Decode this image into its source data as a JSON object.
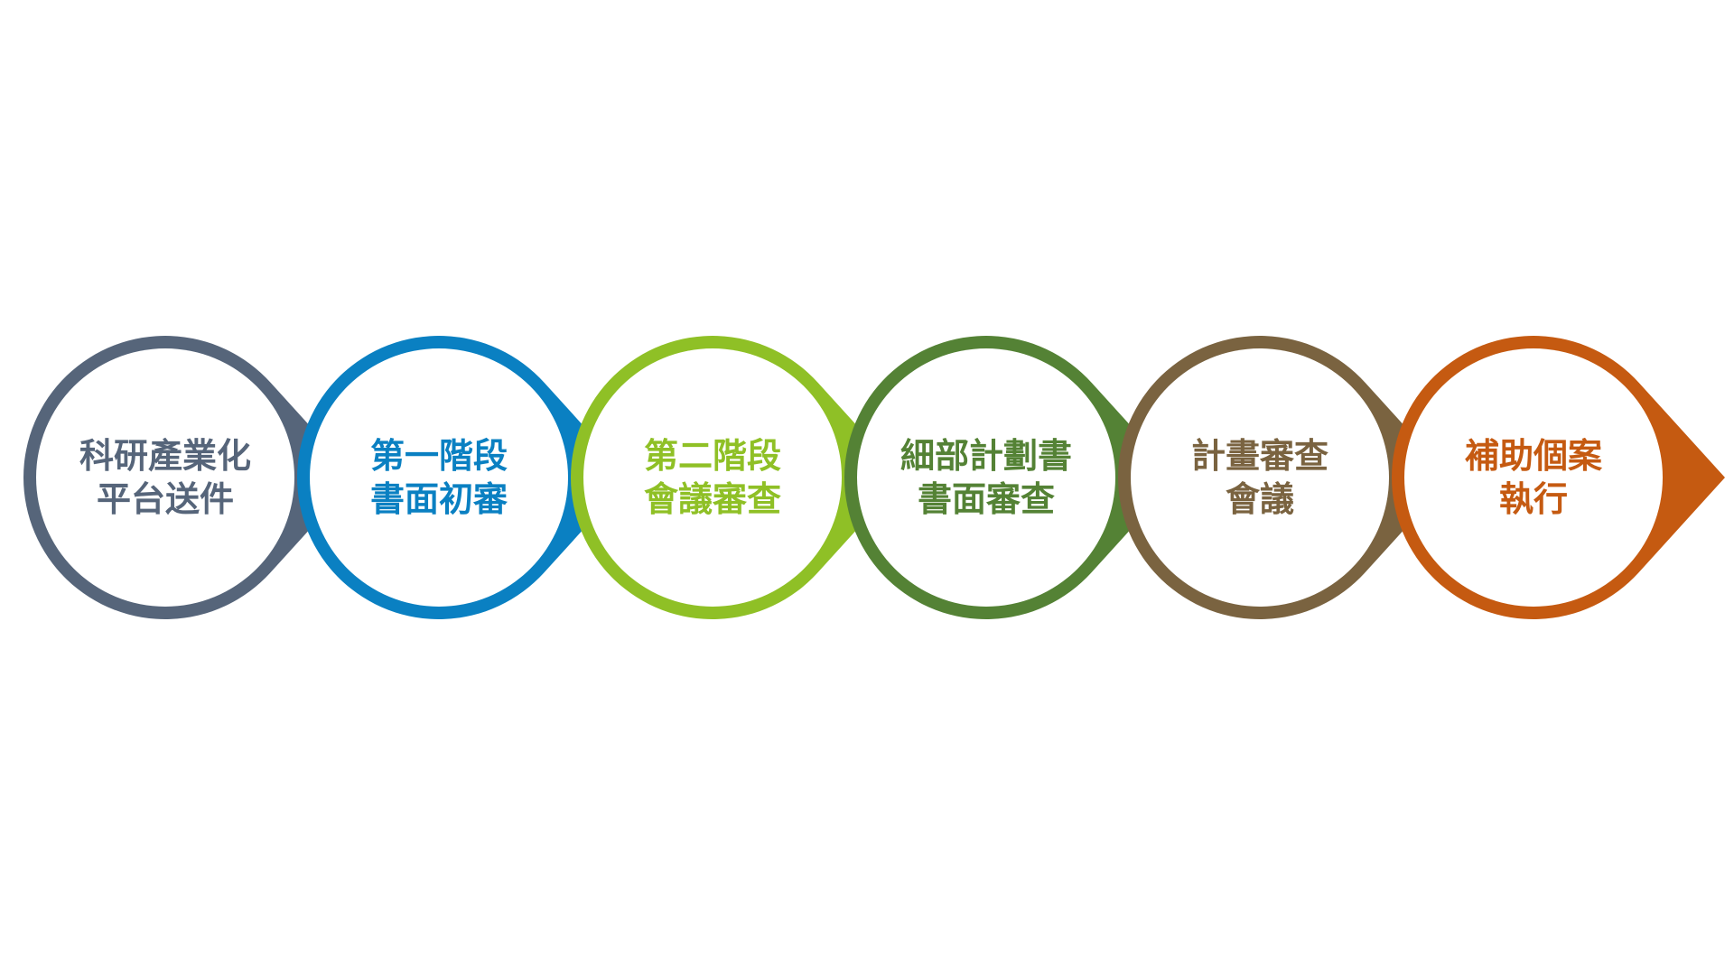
{
  "steps": [
    {
      "lines": [
        "科研產業化",
        "平台送件"
      ],
      "color": "#56657a"
    },
    {
      "lines": [
        "第一階段",
        "書面初審"
      ],
      "color": "#0a80c2"
    },
    {
      "lines": [
        "第二階段",
        "會議審查"
      ],
      "color": "#8fc026"
    },
    {
      "lines": [
        "細部計劃書",
        "書面審查"
      ],
      "color": "#548235"
    },
    {
      "lines": [
        "計畫審查",
        "會議"
      ],
      "color": "#7a6340"
    },
    {
      "lines": [
        "補助個案",
        "執行"
      ],
      "color": "#c55a11"
    }
  ]
}
